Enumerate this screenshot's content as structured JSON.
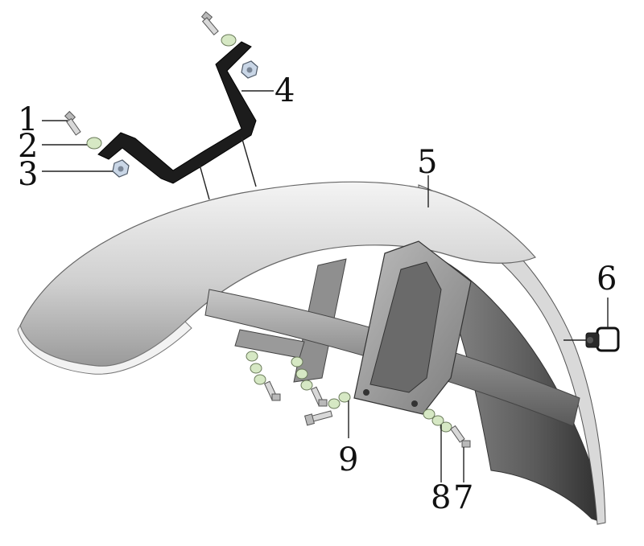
{
  "diagram": {
    "callouts": [
      {
        "id": "1",
        "label": "1"
      },
      {
        "id": "2",
        "label": "2"
      },
      {
        "id": "3",
        "label": "3"
      },
      {
        "id": "4",
        "label": "4"
      },
      {
        "id": "5",
        "label": "5"
      },
      {
        "id": "6",
        "label": "6"
      },
      {
        "id": "7",
        "label": "7"
      },
      {
        "id": "8",
        "label": "8"
      },
      {
        "id": "9",
        "label": "9"
      }
    ],
    "colors": {
      "fender_light": "#e9e9e9",
      "fender_mid": "#b8b8b8",
      "fender_dark": "#555555",
      "bracket": "#1c1c1c",
      "washer": "#d6e8c4",
      "nut": "#c9d6e6"
    }
  }
}
